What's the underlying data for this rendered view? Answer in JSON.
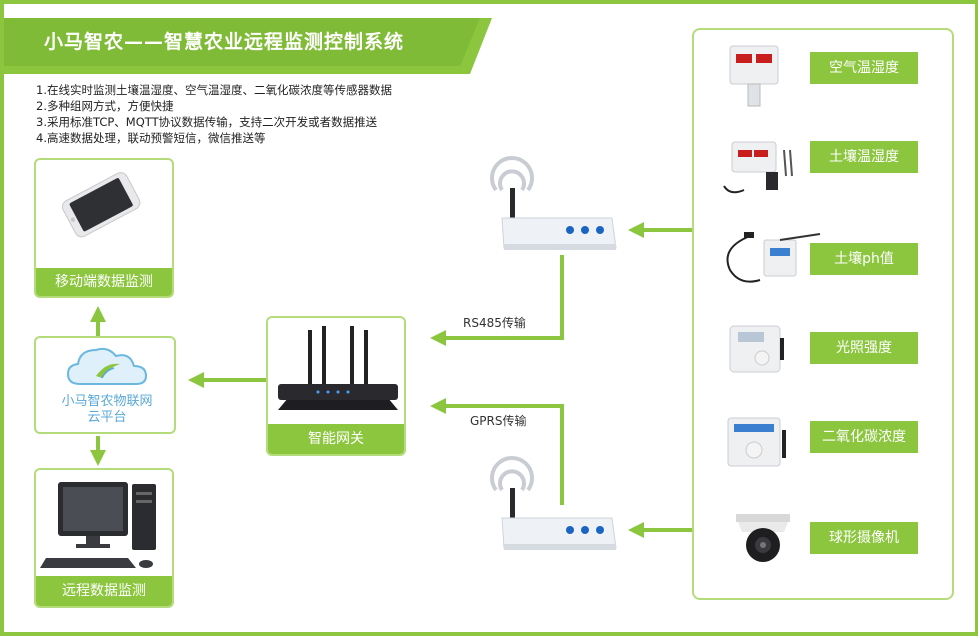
{
  "header": {
    "title": "小马智农——智慧农业远程监测控制系统",
    "bullets": [
      "1.在线实时监测土壤温湿度、空气温湿度、二氧化碳浓度等传感器数据",
      "2.多种组网方式，方便快捷",
      "3.采用标准TCP、MQTT协议数据传输，支持二次开发或者数据推送",
      "4.高速数据处理，联动预警短信，微信推送等"
    ]
  },
  "left_column": {
    "mobile_label": "移动端数据监测",
    "cloud_line1": "小马智农物联网",
    "cloud_line2": "云平台",
    "pc_label": "远程数据监测"
  },
  "gateway": {
    "label": "智能网关"
  },
  "links": {
    "rs485": "RS485传输",
    "gprs": "GPRS传输"
  },
  "sensors": [
    {
      "label": "空气温湿度",
      "icon": "air-sensor-icon"
    },
    {
      "label": "土壤温湿度",
      "icon": "soil-sensor-icon"
    },
    {
      "label": "土壤ph值",
      "icon": "ph-sensor-icon"
    },
    {
      "label": "光照强度",
      "icon": "light-sensor-icon"
    },
    {
      "label": "二氧化碳浓度",
      "icon": "co2-sensor-icon"
    },
    {
      "label": "球形摄像机",
      "icon": "dome-camera-icon"
    }
  ],
  "colors": {
    "accent": "#8cc63f",
    "accent_light": "#b5dc7a",
    "cloud_blue": "#5aa9d8"
  }
}
